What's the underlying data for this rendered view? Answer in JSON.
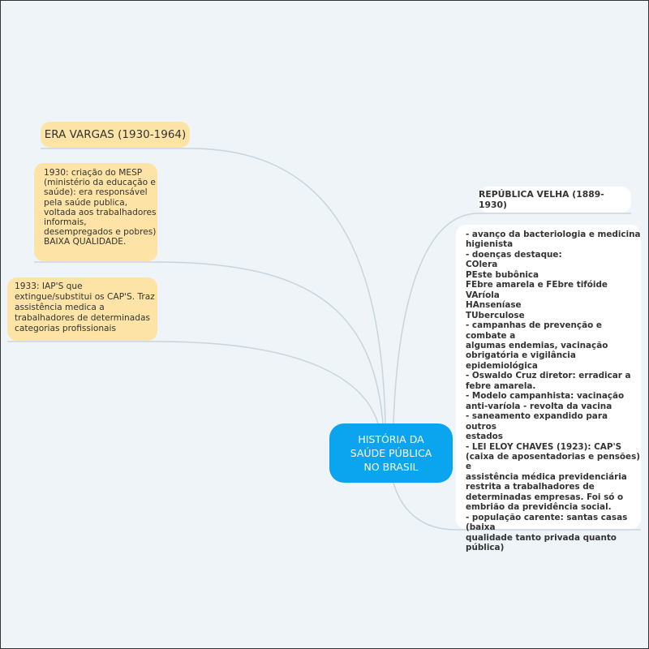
{
  "central": {
    "label": "HISTÓRIA DA\nSAÚDE PÚBLICA\nNO BRASIL"
  },
  "left": {
    "era_vargas": "ERA VARGAS (1930-1964)",
    "item_1930": "1930: criação do MESP\n(ministério da educação e\nsaúde): era responsável\npela saúde publica,\nvoltada aos trabalhadores\ninformais,\ndesempregados e pobres)\nBAIXA QUALIDADE.",
    "item_1933": "1933: IAP'S que\nextingue/substitui os CAP'S. Traz\nassistência medica a\ntrabalhadores de determinadas\ncategorias profissionais"
  },
  "right": {
    "republica_velha": "REPÚBLICA VELHA (1889-1930)",
    "details": "- avanço da bacteriologia e medicina\nhigienista\n- doenças destaque:\nCOlera\nPEste bubônica\nFEbre amarela e FEbre tifóide\nVAríola\nHAnseníase\nTUberculose\n- campanhas de prevenção e combate a\nalgumas endemias, vacinação\nobrigatória e vigilância epidemiológica\n- Oswaldo Cruz diretor: erradicar a\nfebre amarela.\n- Modelo campanhista: vacinação\nanti-varíola - revolta da vacina\n- saneamento expandido para outros\nestados\n- LEI ELOY CHAVES (1923): CAP'S\n(caixa de aposentadorias e pensões) e\nassistência médica previdenciária\nrestrita a trabalhadores de\ndeterminadas empresas. Foi só o\nembrião da previdência social.\n- população carente: santas casas (baixa\nqualidade tanto privada quanto\npública)"
  },
  "colors": {
    "central": "#0ba4ee",
    "left_nodes": "#fde4a6",
    "links": "#c8d5de",
    "background": "#eef4f7"
  }
}
